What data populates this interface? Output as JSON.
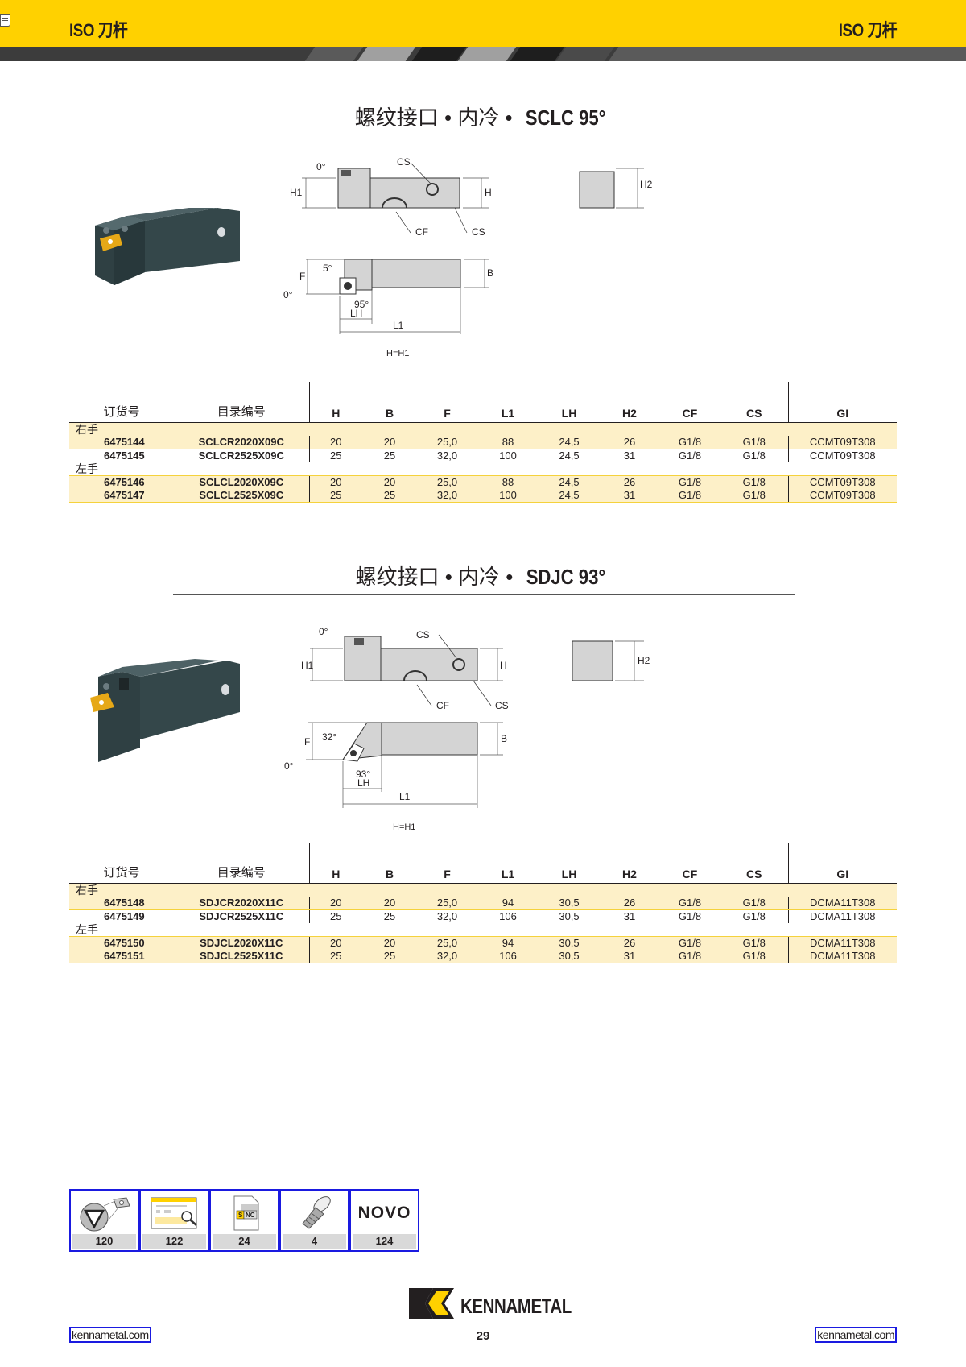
{
  "header": {
    "title_left": "ISO 刀杆",
    "title_right": "ISO 刀杆",
    "note_icon": "note-icon",
    "colors": {
      "yellow": "#ffd100",
      "stripe_dark": "#3c3c3c"
    }
  },
  "sections": [
    {
      "title_cn": "螺纹接口 • 内冷 • ",
      "title_model": "SCLC 95°",
      "diagram": {
        "side_labels": [
          "0°",
          "H1",
          "CS",
          "H",
          "CF",
          "CS"
        ],
        "end_labels": [
          "H2"
        ],
        "top_labels": [
          "5°",
          "F",
          "0°",
          "95°",
          "LH",
          "L1",
          "B"
        ],
        "note": "H=H1"
      },
      "table": {
        "headers": [
          "订货号",
          "目录编号",
          "H",
          "B",
          "F",
          "L1",
          "LH",
          "H2",
          "CF",
          "CS",
          "GI"
        ],
        "groups": [
          {
            "label": "右手",
            "rows": [
              [
                "6475144",
                "SCLCR2020X09C",
                "20",
                "20",
                "25,0",
                "88",
                "24,5",
                "26",
                "G1/8",
                "G1/8",
                "CCMT09T308"
              ],
              [
                "6475145",
                "SCLCR2525X09C",
                "25",
                "25",
                "32,0",
                "100",
                "24,5",
                "31",
                "G1/8",
                "G1/8",
                "CCMT09T308"
              ]
            ]
          },
          {
            "label": "左手",
            "rows": [
              [
                "6475146",
                "SCLCL2020X09C",
                "20",
                "20",
                "25,0",
                "88",
                "24,5",
                "26",
                "G1/8",
                "G1/8",
                "CCMT09T308"
              ],
              [
                "6475147",
                "SCLCL2525X09C",
                "25",
                "25",
                "32,0",
                "100",
                "24,5",
                "31",
                "G1/8",
                "G1/8",
                "CCMT09T308"
              ]
            ]
          }
        ]
      }
    },
    {
      "title_cn": "螺纹接口 • 内冷 • ",
      "title_model": "SDJC 93°",
      "diagram": {
        "side_labels": [
          "0°",
          "H1",
          "CS",
          "H",
          "CF",
          "CS"
        ],
        "end_labels": [
          "H2"
        ],
        "top_labels": [
          "32°",
          "F",
          "0°",
          "93°",
          "LH",
          "L1",
          "B"
        ],
        "note": "H=H1"
      },
      "table": {
        "headers": [
          "订货号",
          "目录编号",
          "H",
          "B",
          "F",
          "L1",
          "LH",
          "H2",
          "CF",
          "CS",
          "GI"
        ],
        "groups": [
          {
            "label": "右手",
            "rows": [
              [
                "6475148",
                "SDJCR2020X11C",
                "20",
                "20",
                "25,0",
                "94",
                "30,5",
                "26",
                "G1/8",
                "G1/8",
                "DCMA11T308"
              ],
              [
                "6475149",
                "SDJCR2525X11C",
                "25",
                "25",
                "32,0",
                "106",
                "30,5",
                "31",
                "G1/8",
                "G1/8",
                "DCMA11T308"
              ]
            ]
          },
          {
            "label": "左手",
            "rows": [
              [
                "6475150",
                "SDJCL2020X11C",
                "20",
                "20",
                "25,0",
                "94",
                "30,5",
                "26",
                "G1/8",
                "G1/8",
                "DCMA11T308"
              ],
              [
                "6475151",
                "SDJCL2525X11C",
                "25",
                "25",
                "32,0",
                "106",
                "30,5",
                "31",
                "G1/8",
                "G1/8",
                "DCMA11T308"
              ]
            ]
          }
        ]
      }
    }
  ],
  "references": [
    {
      "icon": "insert-geometry-icon",
      "page": "120"
    },
    {
      "icon": "catalog-lookup-icon",
      "page": "122"
    },
    {
      "icon": "snc-document-icon",
      "page": "24"
    },
    {
      "icon": "screw-icon",
      "page": "4"
    },
    {
      "icon": "novo-logo-icon",
      "page": "124",
      "text": "NOVO"
    }
  ],
  "footer": {
    "brand": "KENNAMETAL",
    "page_number": "29",
    "link_left": "kennametal.com",
    "link_right": "kennametal.com"
  }
}
